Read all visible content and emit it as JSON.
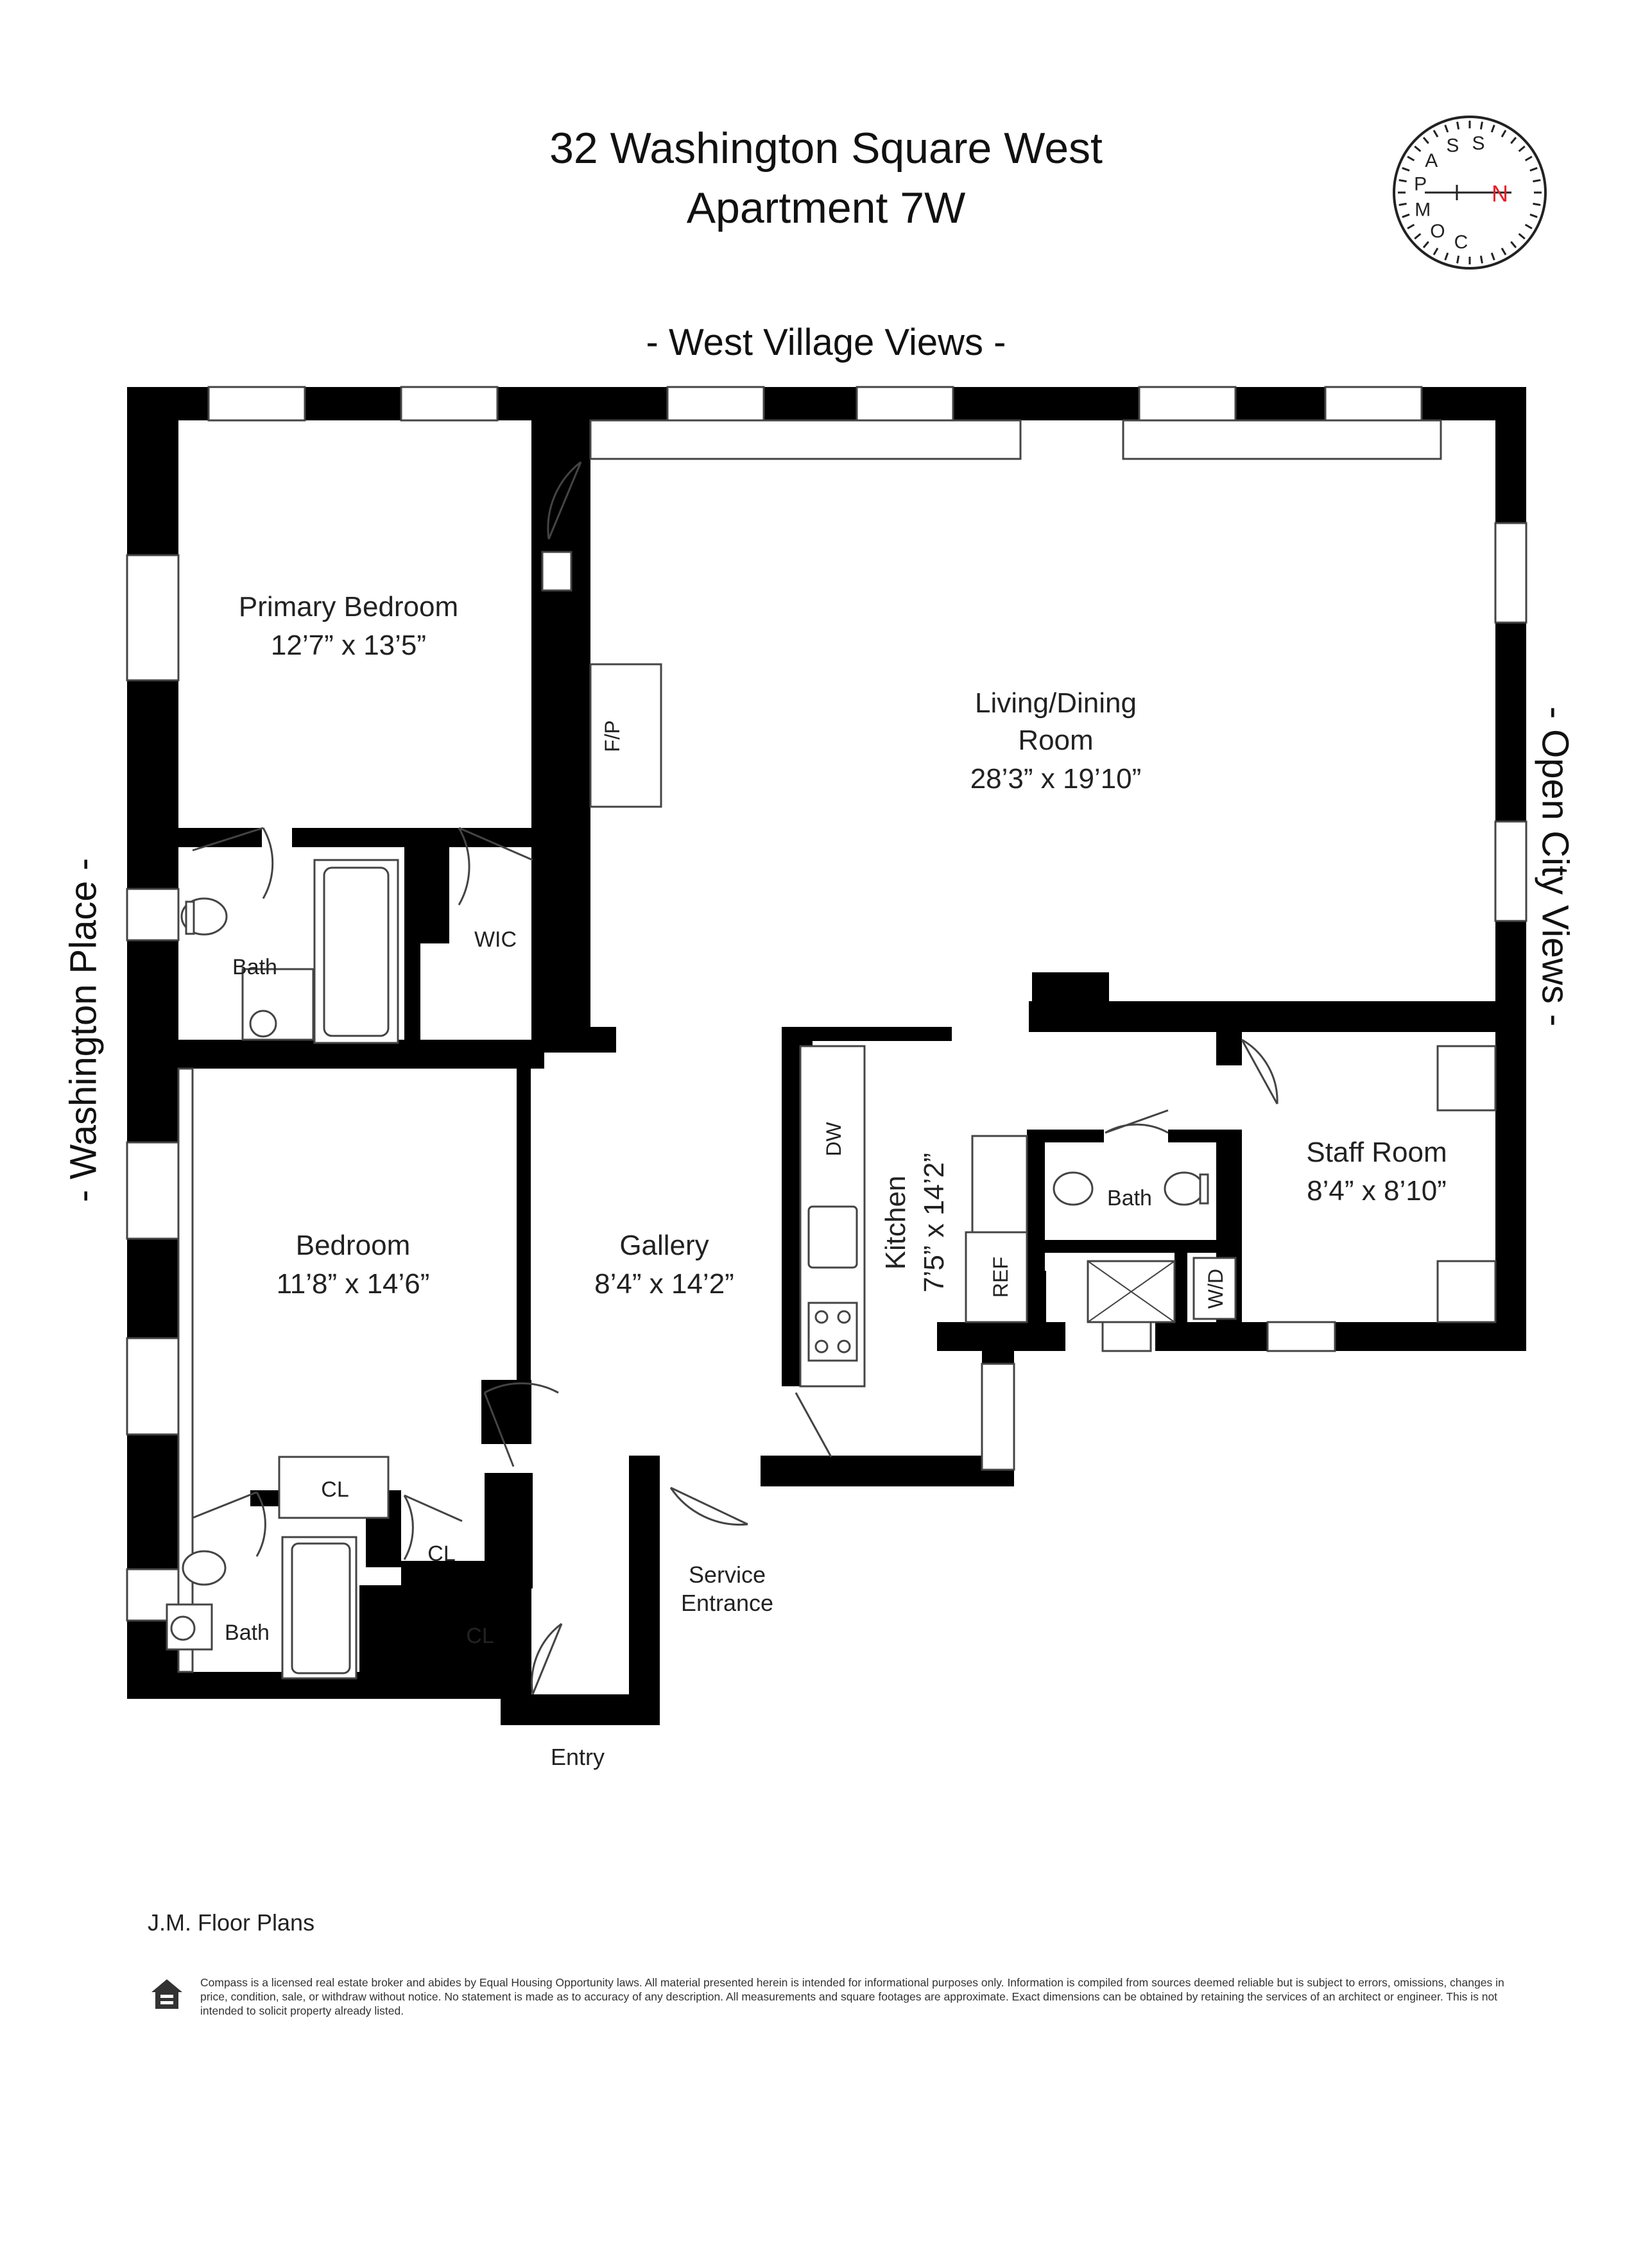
{
  "header": {
    "address": "32 Washington Square West",
    "unit": "Apartment 7W"
  },
  "compass": {
    "letters": [
      "C",
      "O",
      "M",
      "P",
      "A",
      "S",
      "S"
    ],
    "north": "N",
    "north_color": "#e8202a"
  },
  "views": {
    "top": "- West Village Views -",
    "left": "- Washington Place -",
    "right": "- Open City Views -"
  },
  "rooms": {
    "primary_bedroom": {
      "name": "Primary Bedroom",
      "size": "12’7” x 13’5”"
    },
    "living": {
      "name1": "Living/Dining",
      "name2": "Room",
      "size": "28’3” x 19’10”"
    },
    "bedroom": {
      "name": "Bedroom",
      "size": "11’8” x 14’6”"
    },
    "gallery": {
      "name": "Gallery",
      "size": "8’4” x 14’2”"
    },
    "kitchen": {
      "name": "Kitchen",
      "size": "7’5” x 14’2”"
    },
    "staff_room": {
      "name": "Staff Room",
      "size": "8’4” x 8’10”"
    }
  },
  "fixtures": {
    "fireplace": "F/P",
    "walk_in_closet": "WIC",
    "bath": "Bath",
    "closet": "CL",
    "dishwasher": "DW",
    "refrigerator": "REF",
    "washer_dryer": "W/D"
  },
  "entrances": {
    "service_line1": "Service",
    "service_line2": "Entrance",
    "entry": "Entry"
  },
  "footer": {
    "brand": "J.M. Floor Plans",
    "disclaimer": "Compass is a licensed real estate broker and abides by Equal Housing Opportunity laws. All material presented herein is intended for informational purposes only. Information is compiled from sources deemed reliable but is subject to errors, omissions, changes in price, condition, sale, or withdraw without notice. No statement is made as to accuracy of any description. All measurements and square footages are approximate. Exact dimensions can be obtained by retaining the services of an architect or engineer. This is not intended to solicit property already listed."
  }
}
